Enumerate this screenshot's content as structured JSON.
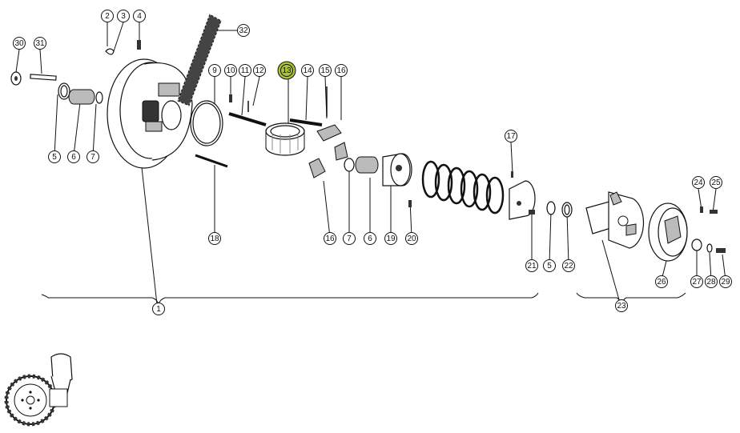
{
  "diagram": {
    "highlight_color": "#a8c43a",
    "highlighted_part": "13",
    "callouts": [
      {
        "id": "c2",
        "label": "2"
      },
      {
        "id": "c3",
        "label": "3"
      },
      {
        "id": "c4",
        "label": "4"
      },
      {
        "id": "c30",
        "label": "30"
      },
      {
        "id": "c31",
        "label": "31"
      },
      {
        "id": "c32",
        "label": "32"
      },
      {
        "id": "c9",
        "label": "9"
      },
      {
        "id": "c10",
        "label": "10"
      },
      {
        "id": "c11",
        "label": "11"
      },
      {
        "id": "c12",
        "label": "12"
      },
      {
        "id": "c13",
        "label": "13"
      },
      {
        "id": "c14",
        "label": "14"
      },
      {
        "id": "c15",
        "label": "15"
      },
      {
        "id": "c16a",
        "label": "16"
      },
      {
        "id": "c17",
        "label": "17"
      },
      {
        "id": "c5a",
        "label": "5"
      },
      {
        "id": "c6a",
        "label": "6"
      },
      {
        "id": "c7a",
        "label": "7"
      },
      {
        "id": "c18",
        "label": "18"
      },
      {
        "id": "c16b",
        "label": "16"
      },
      {
        "id": "c7b",
        "label": "7"
      },
      {
        "id": "c6b",
        "label": "6"
      },
      {
        "id": "c19",
        "label": "19"
      },
      {
        "id": "c20",
        "label": "20"
      },
      {
        "id": "c24",
        "label": "24"
      },
      {
        "id": "c25",
        "label": "25"
      },
      {
        "id": "c21",
        "label": "21"
      },
      {
        "id": "c5b",
        "label": "5"
      },
      {
        "id": "c22",
        "label": "22"
      },
      {
        "id": "c26",
        "label": "26"
      },
      {
        "id": "c27",
        "label": "27"
      },
      {
        "id": "c28",
        "label": "28"
      },
      {
        "id": "c29",
        "label": "29"
      },
      {
        "id": "c1",
        "label": "1"
      },
      {
        "id": "c23",
        "label": "23"
      }
    ]
  }
}
